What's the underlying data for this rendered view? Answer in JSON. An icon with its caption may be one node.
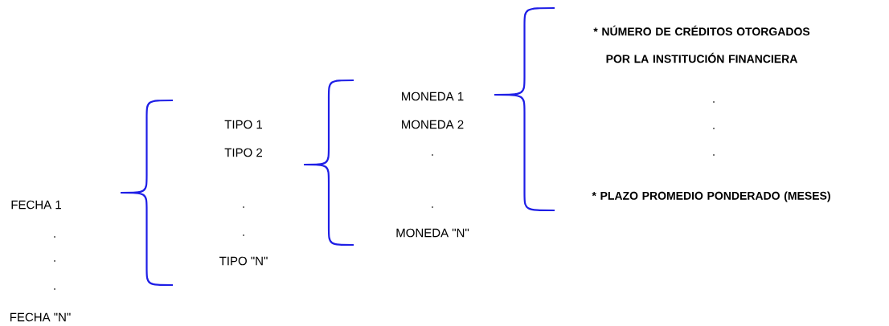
{
  "diagram": {
    "labels": [
      "FECHA 1",
      ".",
      ".",
      ".",
      "FECHA \"N\"",
      "TIPO 1",
      "TIPO 2",
      ".",
      ".",
      "TIPO \"N\"",
      "MONEDA 1",
      "MONEDA 2",
      ".",
      ".",
      "MONEDA \"N\"",
      "* NÚMERO DE CRÉDITOS OTORGADOS POR LA INSTITUCIÓN FINANCIERA",
      ".",
      ".",
      ".",
      "* PLAZO PROMEDIO PONDERADO (MESES)"
    ]
  }
}
